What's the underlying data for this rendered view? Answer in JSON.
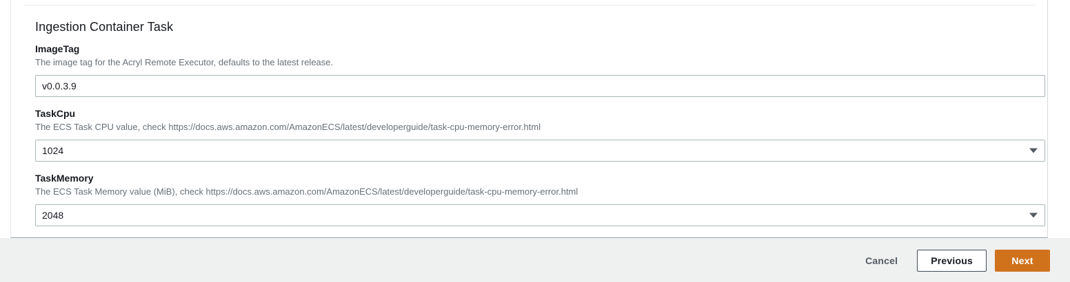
{
  "card": {
    "section_title": "Ingestion Container Task"
  },
  "fields": [
    {
      "name": "image-tag",
      "label": "ImageTag",
      "description": "The image tag for the Acryl Remote Executor, defaults to the latest release.",
      "control": "text",
      "value": "v0.0.3.9",
      "placeholder": ""
    },
    {
      "name": "task-cpu",
      "label": "TaskCpu",
      "description": "The ECS Task CPU value, check https://docs.aws.amazon.com/AmazonECS/latest/developerguide/task-cpu-memory-error.html",
      "control": "select",
      "value": "1024",
      "arrow_icon": "chevron-down-icon"
    },
    {
      "name": "task-memory",
      "label": "TaskMemory",
      "description": "The ECS Task Memory value (MiB), check https://docs.aws.amazon.com/AmazonECS/latest/developerguide/task-cpu-memory-error.html",
      "control": "select",
      "value": "2048",
      "arrow_icon": "chevron-down-icon"
    }
  ],
  "footer": {
    "cancel_label": "Cancel",
    "previous_label": "Previous",
    "next_label": "Next"
  },
  "colors": {
    "accent_orange": "#d0721c",
    "footer_background": "#eff0f0",
    "card_background": "#ffffff",
    "label_text": "#16191f",
    "description_text": "#687078",
    "input_border": "#aab7b8",
    "button_border": "#414e5c"
  }
}
